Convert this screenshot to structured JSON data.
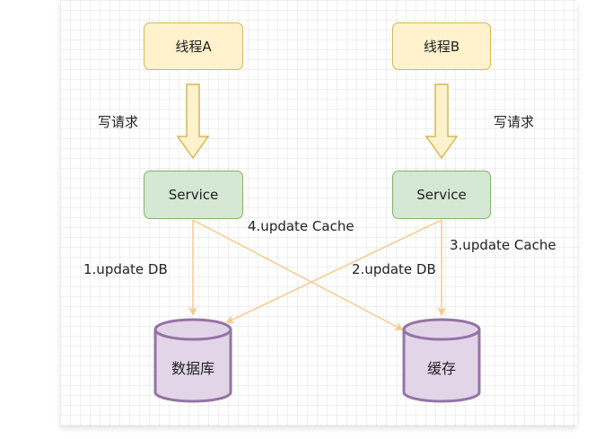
{
  "diagram": {
    "thread_a": {
      "label": "线程A"
    },
    "thread_b": {
      "label": "线程B"
    },
    "service_left": {
      "label": "Service"
    },
    "service_right": {
      "label": "Service"
    },
    "write_request_left": "写请求",
    "write_request_right": "写请求",
    "database": {
      "label": "数据库"
    },
    "cache": {
      "label": "缓存"
    },
    "edge_labels": {
      "step1": "1.update DB",
      "step2": "2.update DB",
      "step3": "3.update Cache",
      "step4": "4.update Cache"
    },
    "colors": {
      "thread_fill": "#fff2cc",
      "thread_stroke": "#d6b656",
      "service_fill": "#d5e8d4",
      "service_stroke": "#82b366",
      "storage_fill": "#e1d5e7",
      "storage_stroke": "#9673a6",
      "edge": "#f8c98a"
    }
  }
}
